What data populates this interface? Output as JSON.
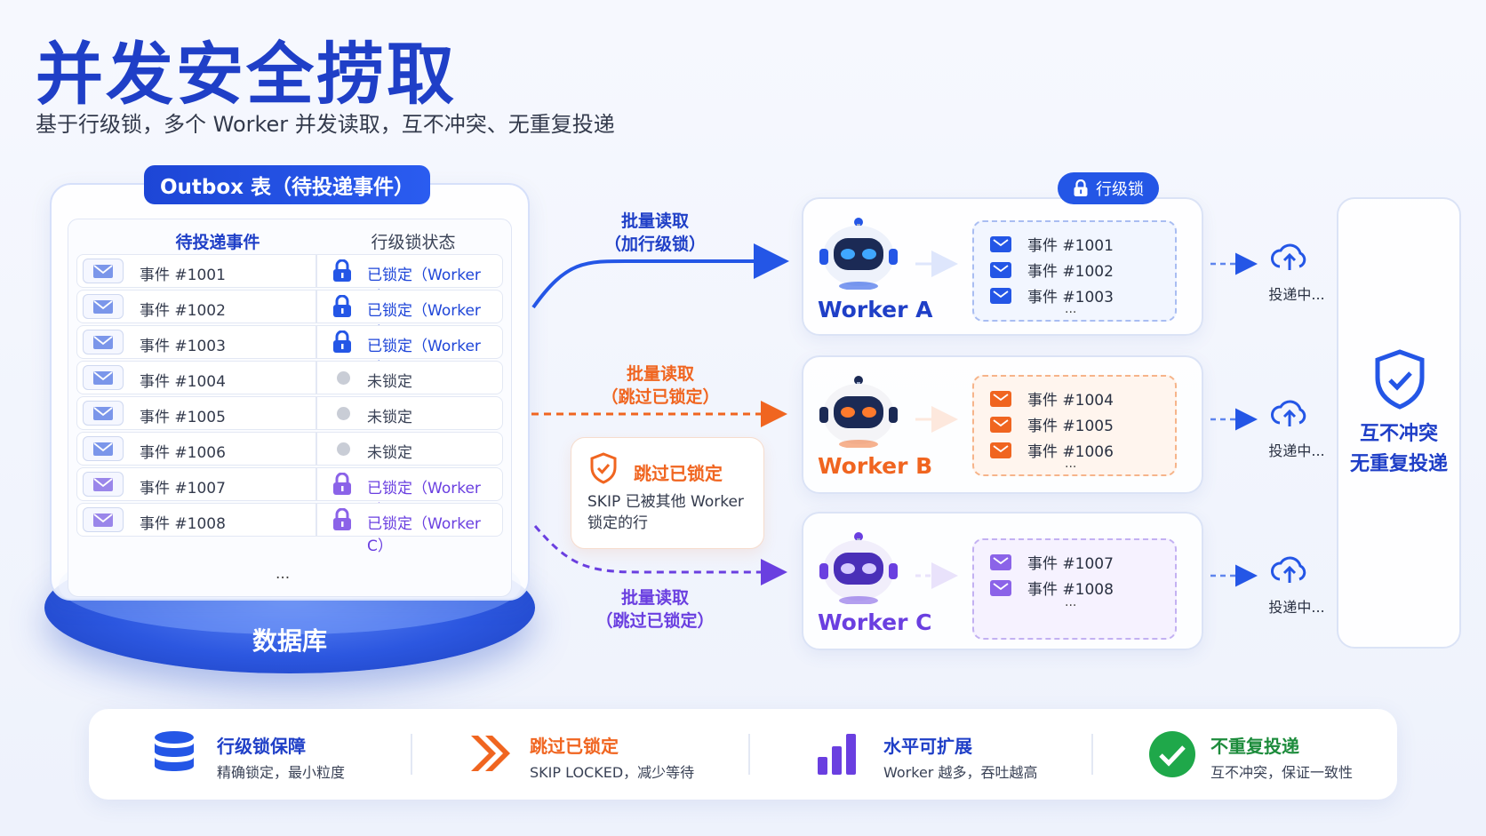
{
  "header": {
    "title": "并发安全捞取",
    "subtitle": "基于行级锁，多个 Worker 并发读取，互不冲突、无重复投递"
  },
  "outbox": {
    "title": "Outbox 表（待投递事件）",
    "col_event": "待投递事件",
    "col_status": "行级锁状态",
    "rows": [
      {
        "event": "事件  #1001",
        "status": "已锁定（Worker A）"
      },
      {
        "event": "事件  #1002",
        "status": "已锁定（Worker A）"
      },
      {
        "event": "事件  #1003",
        "status": "已锁定（Worker A）"
      },
      {
        "event": "事件  #1004",
        "status": "未锁定"
      },
      {
        "event": "事件  #1005",
        "status": "未锁定"
      },
      {
        "event": "事件  #1006",
        "status": "未锁定"
      },
      {
        "event": "事件  #1007",
        "status": "已锁定（Worker C）"
      },
      {
        "event": "事件  #1008",
        "status": "已锁定（Worker C）"
      }
    ],
    "ellipsis": "...",
    "database_label": "数据库"
  },
  "flows": {
    "a_line1": "批量读取",
    "a_line2": "（加行级锁）",
    "b_line1": "批量读取",
    "b_line2": "（跳过已锁定）",
    "c_line1": "批量读取",
    "c_line2": "（跳过已锁定）"
  },
  "skip_note": {
    "title": "跳过已锁定",
    "text_line1": "SKIP 已被其他 Worker",
    "text_line2": "锁定的行"
  },
  "lock_badge": "行级锁",
  "workers": [
    {
      "name": "Worker A",
      "events": [
        "事件  #1001",
        "事件  #1002",
        "事件  #1003"
      ],
      "more": "...",
      "delivering": "投递中..."
    },
    {
      "name": "Worker B",
      "events": [
        "事件  #1004",
        "事件  #1005",
        "事件  #1006"
      ],
      "more": "...",
      "delivering": "投递中..."
    },
    {
      "name": "Worker C",
      "events": [
        "事件  #1007",
        "事件  #1008"
      ],
      "more": "...",
      "delivering": "投递中..."
    }
  ],
  "result": {
    "line1": "互不冲突",
    "line2": "无重复投递"
  },
  "features": [
    {
      "title": "行级锁保障",
      "desc": "精确锁定，最小粒度",
      "icon": "database-icon"
    },
    {
      "title": "跳过已锁定",
      "desc": "SKIP LOCKED，减少等待",
      "icon": "fast-forward-icon"
    },
    {
      "title": "水平可扩展",
      "desc": "Worker 越多，吞吐越高",
      "icon": "bar-chart-icon"
    },
    {
      "title": "不重复投递",
      "desc": "互不冲突，保证一致性",
      "icon": "check-circle-icon"
    }
  ],
  "colors": {
    "primary": "#1f3fc7",
    "orange": "#f06520",
    "purple": "#6a3fe0"
  }
}
